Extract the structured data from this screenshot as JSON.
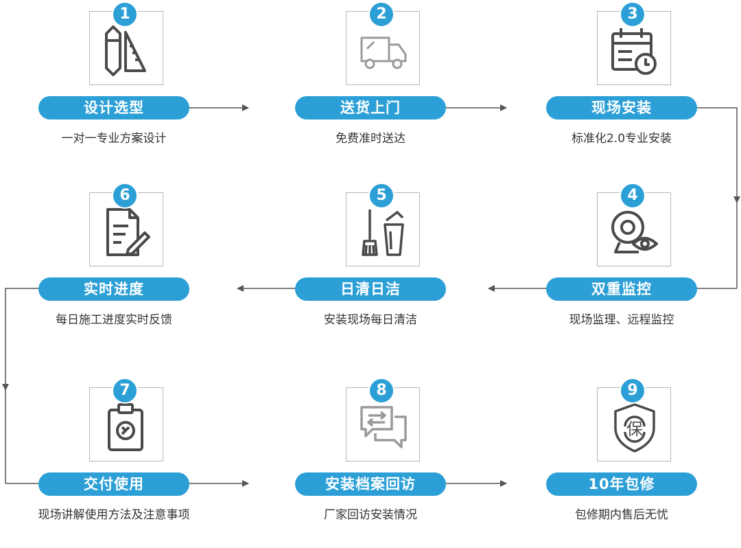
{
  "steps": [
    {
      "num": "1",
      "title": "设计选型",
      "desc": "一对一专业方案设计",
      "icon": "pencil-ruler-icon"
    },
    {
      "num": "2",
      "title": "送货上门",
      "desc": "免费准时送达",
      "icon": "truck-icon"
    },
    {
      "num": "3",
      "title": "现场安装",
      "desc": "标准化2.0专业安装",
      "icon": "calendar-clock-icon"
    },
    {
      "num": "4",
      "title": "双重监控",
      "desc": "现场监理、远程监控",
      "icon": "webcam-eye-icon"
    },
    {
      "num": "5",
      "title": "日清日洁",
      "desc": "安装现场每日清洁",
      "icon": "broom-trash-icon"
    },
    {
      "num": "6",
      "title": "实时进度",
      "desc": "每日施工进度实时反馈",
      "icon": "document-edit-icon"
    },
    {
      "num": "7",
      "title": "交付使用",
      "desc": "现场讲解使用方法及注意事项",
      "icon": "clipboard-check-icon"
    },
    {
      "num": "8",
      "title": "安装档案回访",
      "desc": "厂家回访安装情况",
      "icon": "chat-bubbles-icon"
    },
    {
      "num": "9",
      "title": "10年包修",
      "desc": "包修期内售后无忧",
      "icon": "shield-guarantee-icon"
    }
  ],
  "shield_char": "保",
  "colors": {
    "accent": "#2b9fd6",
    "icon_stroke": "#4a4a4a",
    "arrow": "#555555"
  }
}
